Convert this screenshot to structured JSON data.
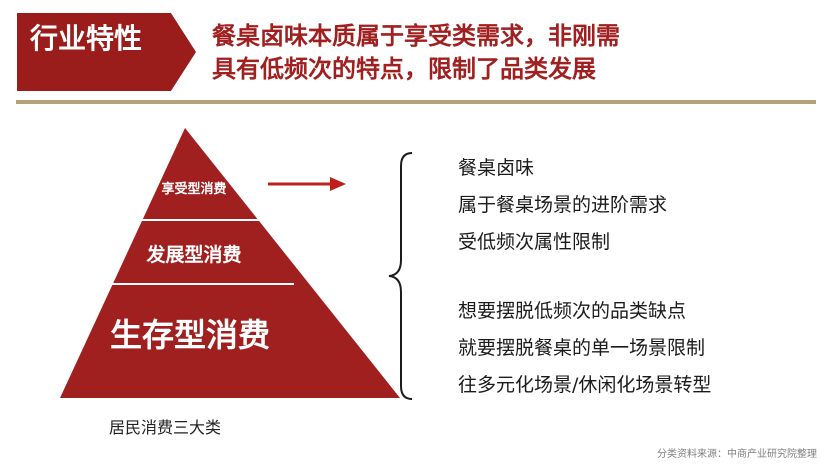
{
  "header": {
    "tab_label": "行业特性",
    "title_line1": "餐桌卤味本质属于享受类需求，非刚需",
    "title_line2": "具有低频次的特点，限制了品类发展"
  },
  "pyramid": {
    "levels": [
      {
        "label": "享受型消费"
      },
      {
        "label": "发展型消费"
      },
      {
        "label": "生存型消费"
      }
    ],
    "caption": "居民消费三大类"
  },
  "description": {
    "group1": [
      "餐桌卤味",
      "属于餐桌场景的进阶需求",
      "受低频次属性限制"
    ],
    "group2": [
      "想要摆脱低频次的品类缺点",
      "就要摆脱餐桌的单一场景限制",
      "往多元化场景/休闲化场景转型"
    ]
  },
  "source": "分类资料来源：中商产业研究院整理",
  "colors": {
    "primary_red": "#a01f1f",
    "rule_gold": "#b6a27a",
    "arrow_red": "#c0201d"
  }
}
